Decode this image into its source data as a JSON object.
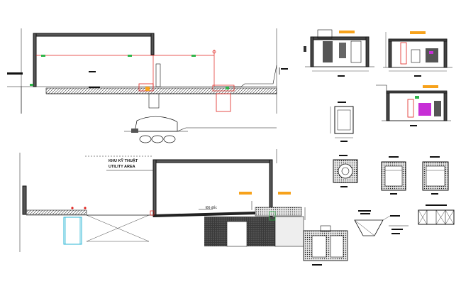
{
  "labels": {
    "utility_area_vi": "KHU KỸ THUẬT",
    "utility_area_en": "UTILITY AREA",
    "slope_note": "Độ dốc"
  },
  "colors": {
    "line": "#111111",
    "red_line": "#e0201b",
    "orange_tag": "#f7a21b",
    "green_mark": "#2fb54a",
    "magenta": "#c72fd6",
    "cyan": "#29b6d6",
    "hatch": "#333333"
  }
}
